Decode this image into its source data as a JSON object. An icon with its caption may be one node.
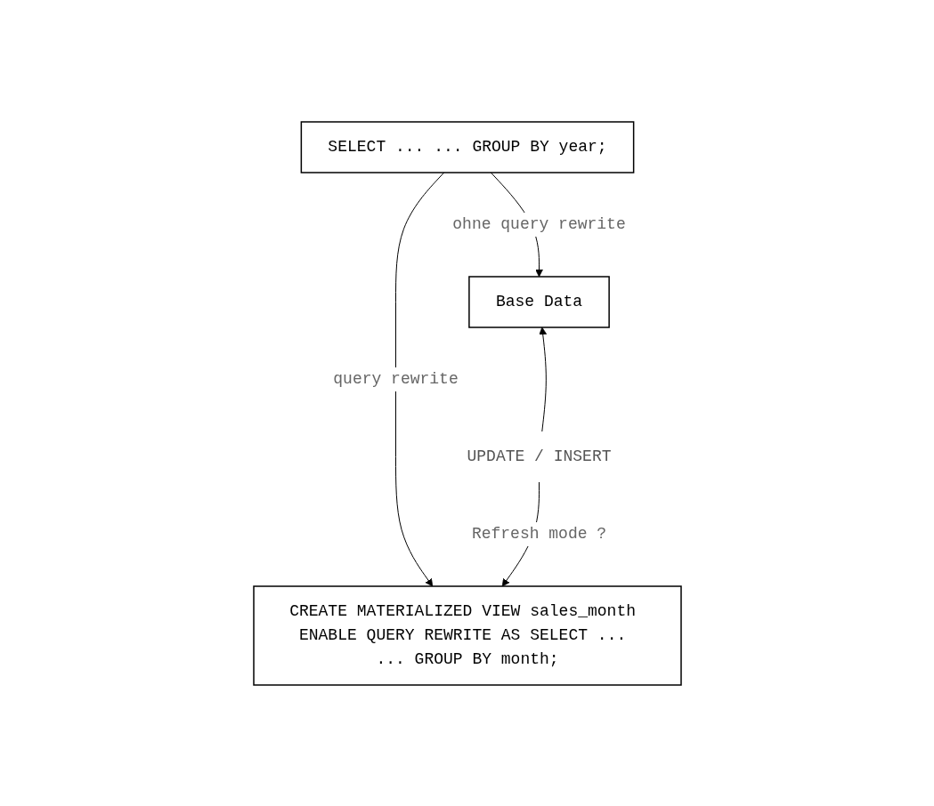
{
  "diagram": {
    "nodes": [
      {
        "text": [
          "SELECT ... ... GROUP BY year;"
        ]
      },
      {
        "text": [
          "CREATE MATERIALIZED VIEW sales_month ENABLE QUERY REWRITE AS SELECT ... ... GROUP BY month;"
        ]
      },
      {
        "text": [
          "Base Data"
        ]
      },
      {
        "text": [
          "UPDATE / INSERT"
        ]
      }
    ],
    "edges": [
      {
        "from": 0,
        "to": 1,
        "arrow": "to",
        "label": "query rewrite"
      },
      {
        "from": 0,
        "to": 2,
        "arrow": "to",
        "label": "ohne query rewrite"
      },
      {
        "from": 3,
        "to": 1,
        "arrow": "to",
        "label": "Refresh mode ?"
      },
      {
        "from": 3,
        "to": 2,
        "arrow": "to"
      }
    ]
  }
}
